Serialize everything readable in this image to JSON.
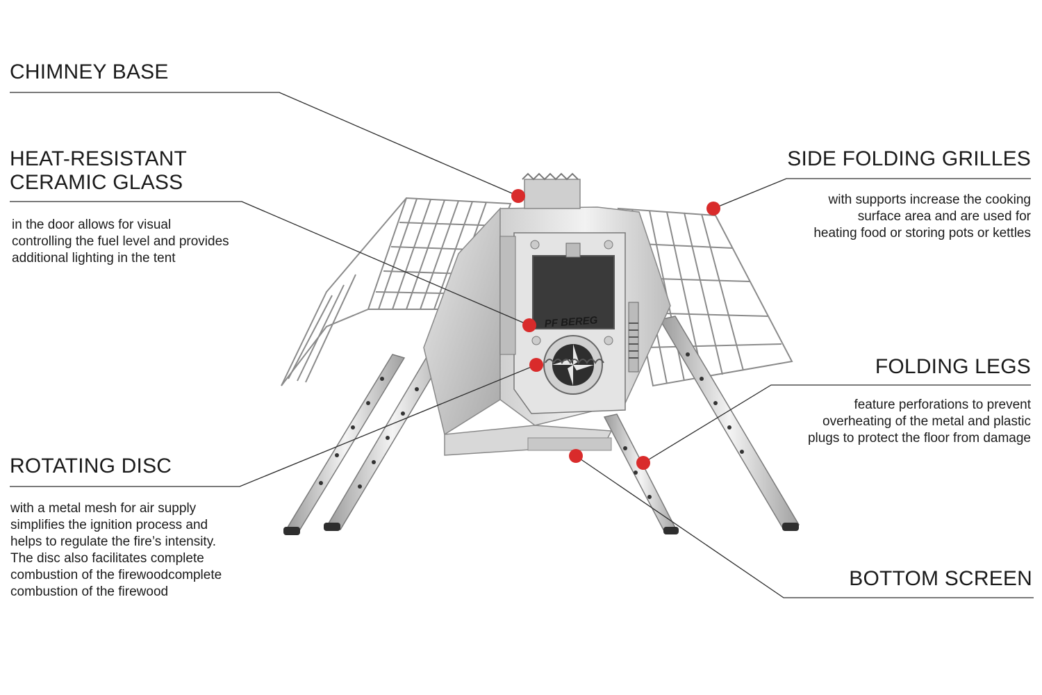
{
  "colors": {
    "marker": "#d92b2b",
    "leader": "#2a2a2a",
    "steel_light": "#e6e6e6",
    "steel_mid": "#bdbdbd",
    "steel_dark": "#7a7a7a",
    "glass": "#3a3a3a"
  },
  "stove_brand": "PF BEREG",
  "callouts": {
    "chimney_base": {
      "title": "CHIMNEY BASE"
    },
    "ceramic_glass": {
      "title_lines": [
        "HEAT-RESISTANT",
        "CERAMIC GLASS"
      ],
      "desc_lines": [
        "in the door allows for visual",
        "controlling the fuel level and provides",
        "additional lighting in the tent"
      ]
    },
    "side_grilles": {
      "title": "SIDE FOLDING GRILLES",
      "desc_lines": [
        "with supports increase the cooking",
        "surface area and are used for",
        "heating food or storing pots or kettles"
      ]
    },
    "folding_legs": {
      "title": "FOLDING LEGS",
      "desc_lines": [
        "feature perforations to prevent",
        "overheating of the metal and plastic",
        "plugs to protect the floor from damage"
      ]
    },
    "rotating_disc": {
      "title": "ROTATING DISC",
      "desc_lines": [
        "with a metal mesh for air supply",
        "simplifies the ignition process and",
        "helps to regulate the fire’s intensity.",
        "The disc also facilitates complete",
        "combustion of the firewoodcomplete",
        "combustion of the firewood"
      ]
    },
    "bottom_screen": {
      "title": "BOTTOM SCREEN"
    }
  }
}
